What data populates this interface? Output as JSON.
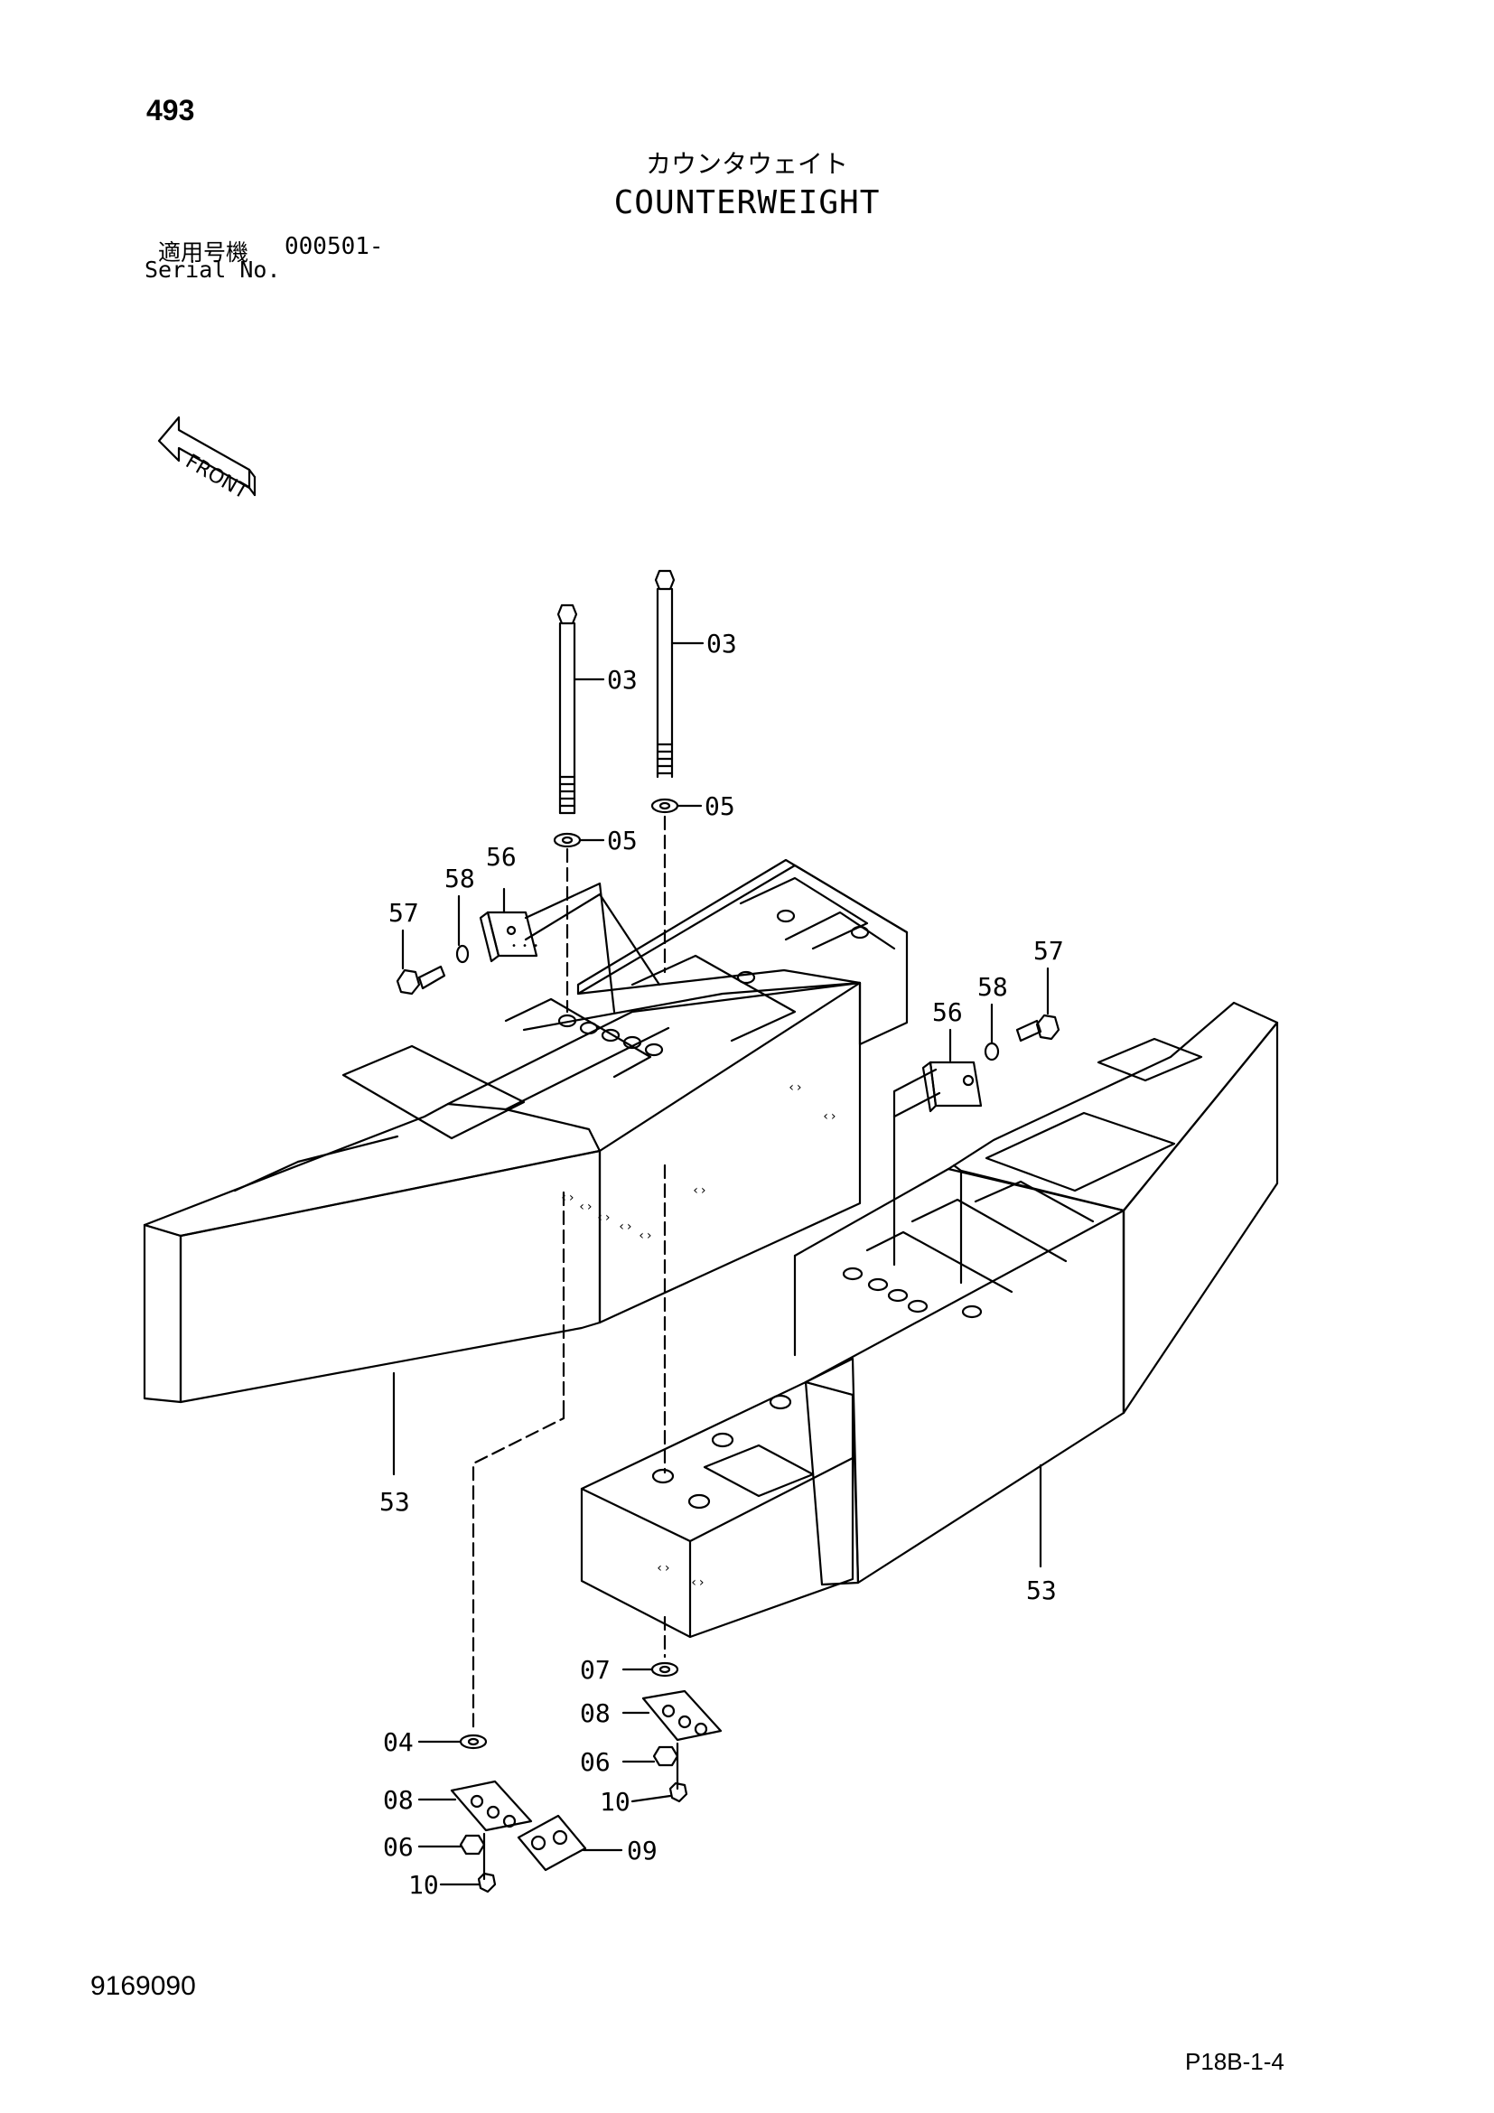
{
  "header": {
    "page_number": "493",
    "title_jp": "カウンタウェイト",
    "title_en": "COUNTERWEIGHT",
    "serial_label_jp": "適用号機",
    "serial_label_en": "Serial No.",
    "serial_range": "000501-"
  },
  "front_arrow_label": "FRONT",
  "callouts": {
    "c03a": "03",
    "c03b": "03",
    "c05a": "05",
    "c05b": "05",
    "c56a": "56",
    "c58a": "58",
    "c57a": "57",
    "c56b": "56",
    "c58b": "58",
    "c57b": "57",
    "c53a": "53",
    "c53b": "53",
    "c07": "07",
    "c08a": "08",
    "c06a": "06",
    "c10a": "10",
    "c04": "04",
    "c08b": "08",
    "c06b": "06",
    "c10b": "10",
    "c09": "09"
  },
  "footer": {
    "doc_number": "9169090",
    "page_ref": "P18B-1-4"
  }
}
